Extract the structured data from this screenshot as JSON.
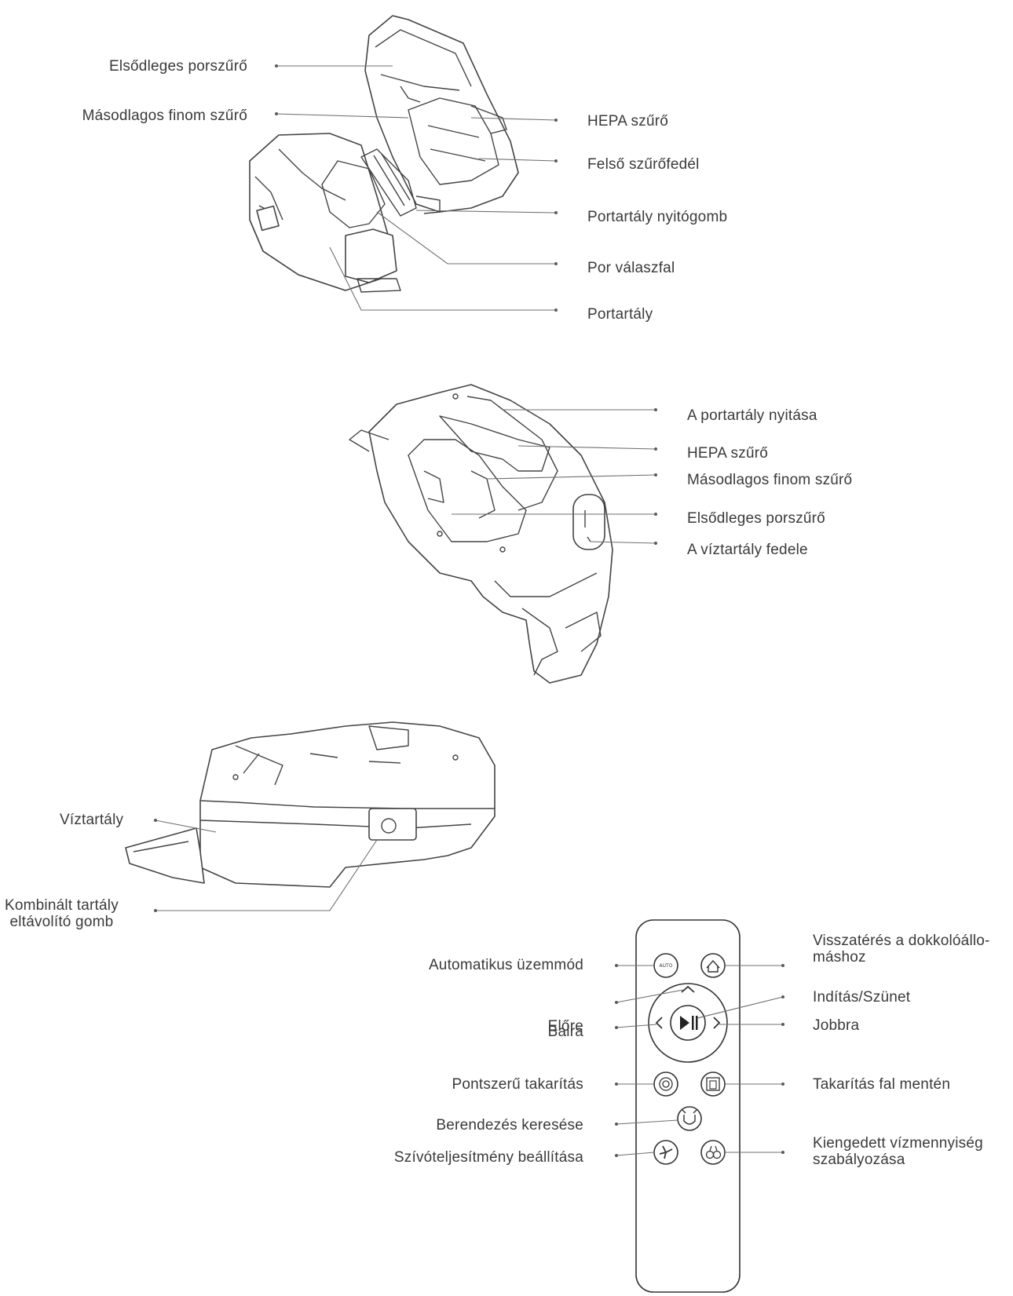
{
  "diagram1": {
    "labels": {
      "primary_filter": "Elsődleges porszűrő",
      "secondary_filter": "Másodlagos finom szűrő",
      "hepa_filter": "HEPA szűrő",
      "top_filter_cover": "Felső szűrőfedél",
      "dustbin_open_button": "Portartály nyitógomb",
      "dust_partition": "Por válaszfal",
      "dustbin": "Portartály"
    }
  },
  "diagram2": {
    "labels": {
      "open_dustbin": "A portartály nyitása",
      "hepa_filter": "HEPA szűrő",
      "secondary_filter": "Másodlagos finom szűrő",
      "primary_filter": "Elsődleges porszűrő",
      "water_tank_lid": "A víztartály fedele"
    }
  },
  "diagram3": {
    "labels": {
      "water_tank": "Víztartály",
      "combo_release_line1": "Kombinált tartály",
      "combo_release_line2": "eltávolító gomb"
    }
  },
  "remote": {
    "labels": {
      "auto_mode": "Automatikus üzemmód",
      "home_line1": "Visszatérés a dokkolóállo-",
      "home_line2": "máshoz",
      "forward": "Előre",
      "start_pause": "Indítás/Szünet",
      "left": "Balra",
      "right": "Jobbra",
      "spot_clean": "Pontszerű takarítás",
      "edge_clean": "Takarítás fal mentén",
      "find_device": "Berendezés keresése",
      "suction_power": "Szívóteljesítmény beállítása",
      "water_line1": "Kiengedett vízmennyiség",
      "water_line2": "szabályozása"
    },
    "button_texts": {
      "auto": "AUTO"
    }
  }
}
